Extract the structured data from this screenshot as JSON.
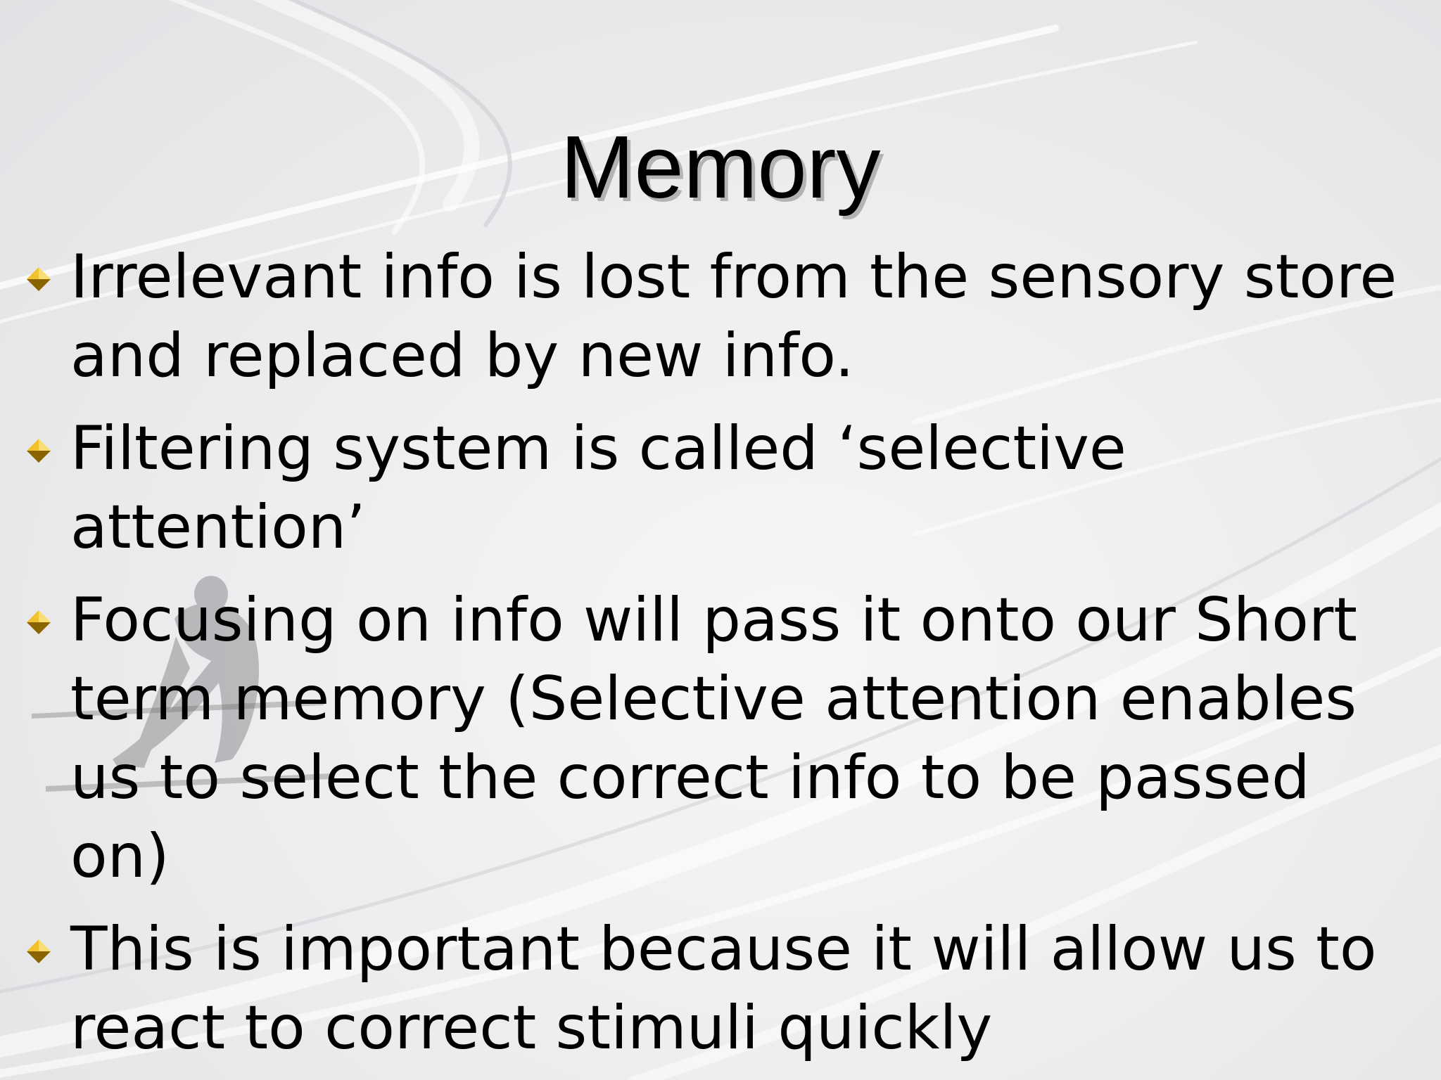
{
  "slide": {
    "title": "Memory",
    "bullet_icon": "gold-diamond-arrow-icon",
    "colors": {
      "text": "#000000",
      "title_shadow": "#b3b3b3",
      "bullet_gold": "#d9a510",
      "background": "#ececee"
    },
    "bullets": [
      {
        "text": "Irrelevant info is lost from the sensory store and replaced by new info."
      },
      {
        "text": "Filtering system is called ‘selective attention’"
      },
      {
        "text": "Focusing on info will pass it onto our Short term memory (Selective attention enables us to select the correct info to be passed on)"
      },
      {
        "text": "This is important because it will allow us to react to correct stimuli quickly"
      }
    ]
  }
}
